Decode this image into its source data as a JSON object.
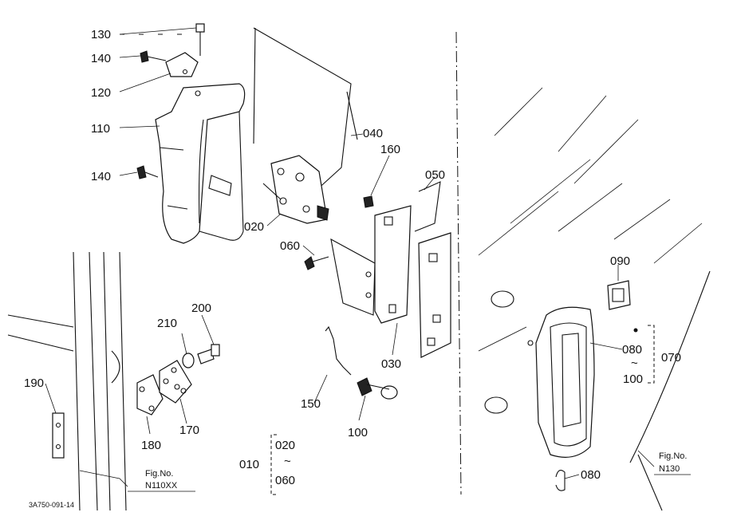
{
  "labels": {
    "p130": "130",
    "p140a": "140",
    "p120": "120",
    "p110": "110",
    "p140b": "140",
    "p040": "040",
    "p160": "160",
    "p050": "050",
    "p020": "020",
    "p060": "060",
    "p090": "090",
    "p080a": "080",
    "p100a": "100",
    "p070": "070",
    "p030": "030",
    "p200": "200",
    "p210": "210",
    "p190": "190",
    "p150": "150",
    "p100b": "100",
    "p180": "180",
    "p170": "170",
    "p010": "010",
    "p020b": "020",
    "p060b": "060",
    "p080b": "080",
    "tilde": "~"
  },
  "refs": {
    "fig_no": "Fig.No.",
    "n110": "N110XX",
    "n130": "N130"
  },
  "footer": {
    "code": "3A750-091-14"
  }
}
